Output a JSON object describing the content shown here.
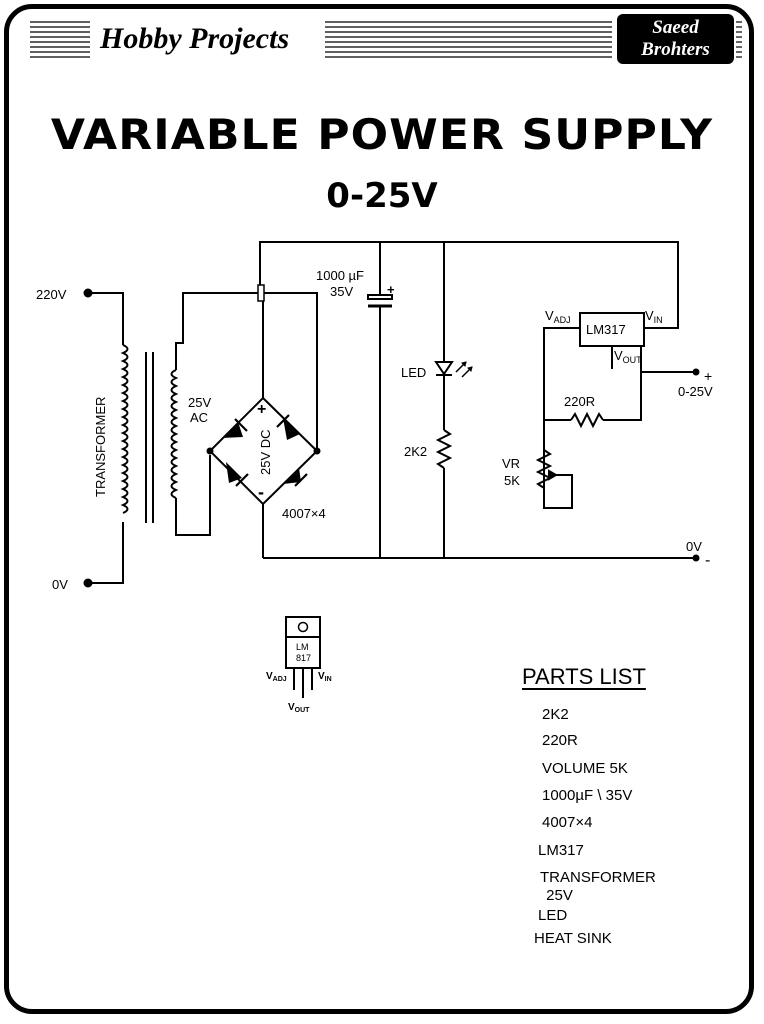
{
  "header": {
    "series_title": "Hobby Projects",
    "brand_line1": "Saeed",
    "brand_line2": "Brohters"
  },
  "title": "VARIABLE POWER SUPPLY",
  "subtitle": "0-25V",
  "schematic": {
    "input_hot": "220V",
    "input_neutral": "0V",
    "transformer_label": "TRANSFORMER",
    "secondary_label_1": "25V",
    "secondary_label_2": "AC",
    "bridge_dc_label": "25V DC",
    "bridge_plus": "+",
    "bridge_minus": "-",
    "bridge_diodes": "4007×4",
    "capacitor_line1": "1000 µF",
    "capacitor_line2": "35V",
    "capacitor_plus": "+",
    "led_label": "LED",
    "led_resistor": "2K2",
    "regulator": "LM317",
    "v_adj": "V",
    "v_adj_sub": "ADJ",
    "v_in": "V",
    "v_in_sub": "IN",
    "v_out": "V",
    "v_out_sub": "OUT",
    "resistor_220": "220R",
    "pot_line1": "VR",
    "pot_line2": "5K",
    "output_plus": "+",
    "output_label": "0-25V",
    "ground_label": "0V",
    "ground_minus": "-"
  },
  "package": {
    "text_line1": "LM",
    "text_line2": "817",
    "pin_adj": "V",
    "pin_adj_sub": "ADJ",
    "pin_in": "V",
    "pin_in_sub": "IN",
    "pin_out": "V",
    "pin_out_sub": "OUT"
  },
  "parts_list": {
    "title": "PARTS LIST",
    "items": [
      "2K2",
      "220R",
      "VOLUME 5K",
      "1000µF \\ 35V",
      "4007×4",
      "LM317",
      "TRANSFORMER",
      " 25V",
      "LED",
      "HEAT SINK"
    ]
  }
}
